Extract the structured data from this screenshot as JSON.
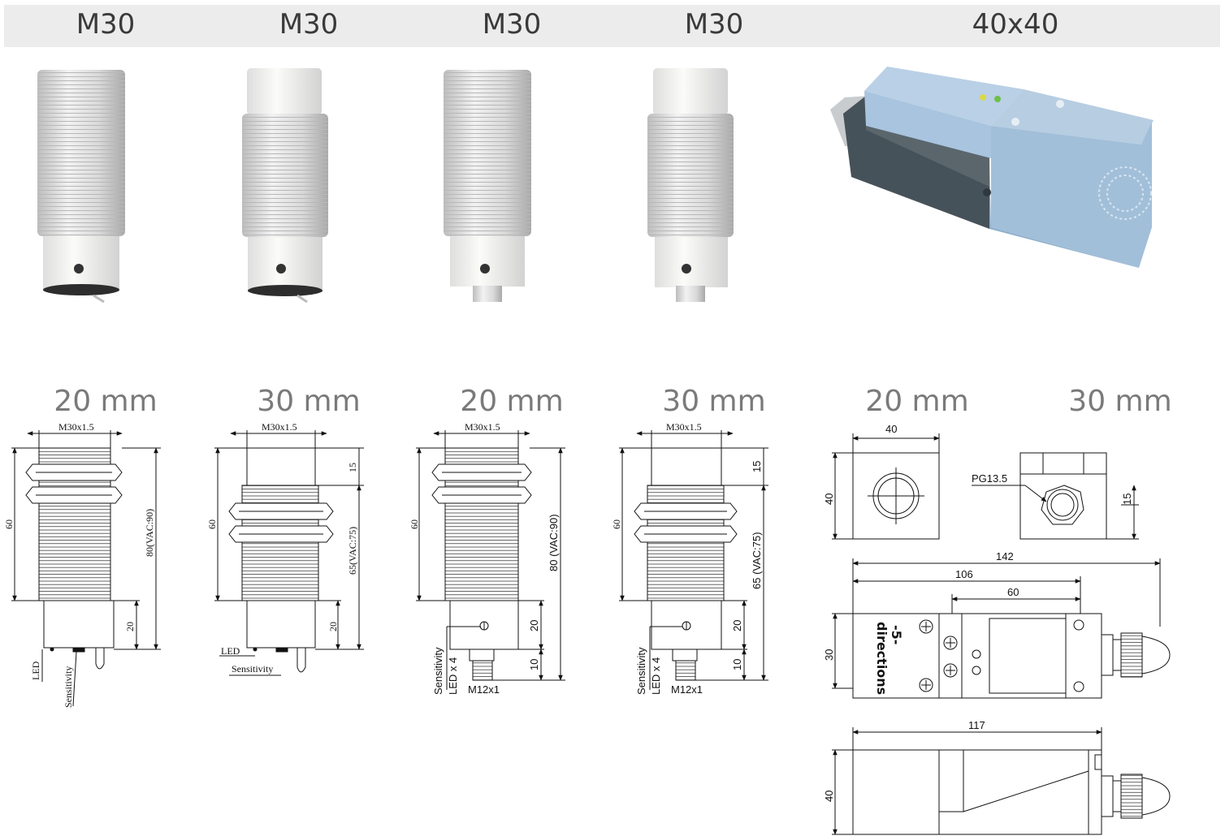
{
  "header": {
    "columns": [
      "M30",
      "M30",
      "M30",
      "M30",
      "40x40"
    ],
    "bg_color": "#ececec"
  },
  "ranges": [
    "20 mm",
    "30 mm",
    "20 mm",
    "30 mm",
    "20 mm",
    "30 mm"
  ],
  "drawings": {
    "d1": {
      "thread": "M30x1.5",
      "total": "80(VAC:90)",
      "thread_len": "60",
      "tail": "20",
      "led": "LED",
      "sens": "Sensitivity"
    },
    "d2": {
      "thread": "M30x1.5",
      "total": "65(VAC:75)",
      "thread_len": "60",
      "tail": "20",
      "head": "15",
      "led": "LED",
      "sens": "Sensitivity"
    },
    "d3": {
      "thread": "M30x1.5",
      "total": "80 (VAC:90)",
      "thread_len": "60",
      "tail": "20",
      "conn": "10",
      "sens": "Sensitivity",
      "led": "LED x 4",
      "plug": "M12x1"
    },
    "d4": {
      "thread": "M30x1.5",
      "total": "65 (VAC:75)",
      "thread_len": "60",
      "tail": "20",
      "conn": "10",
      "head": "15",
      "sens": "Sensitivity",
      "led": "LED x 4",
      "plug": "M12x1"
    },
    "square": {
      "w": "40",
      "h": "40",
      "pg": "PG13.5",
      "pg_h": "15",
      "len142": "142",
      "len106": "106",
      "len60": "60",
      "side_h": "30",
      "brand_top": "-5-",
      "brand_bottom": "directions",
      "bottom_len": "117",
      "bottom_h": "40"
    }
  },
  "colors": {
    "sensor_body": "#e6e6e6",
    "sensor_cap": "#f6f6f4",
    "block_face": "#a8c4de",
    "block_base": "#4a555a"
  }
}
